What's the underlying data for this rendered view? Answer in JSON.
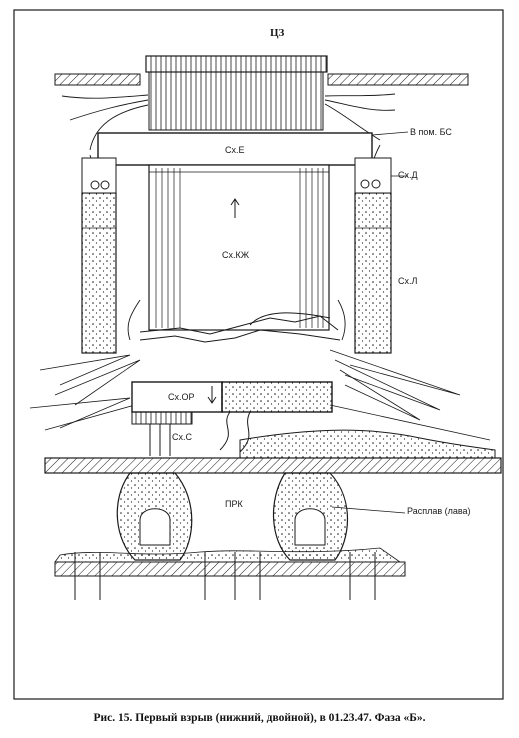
{
  "figure": {
    "top_label": "ЦЗ",
    "labels": {
      "sx_e": "Сх.Е",
      "v_pom_bs": "В пом. БС",
      "sx_d": "Сх.Д",
      "sx_kzh": "Сх.КЖ",
      "sx_l": "Сх.Л",
      "sx_or": "Сх.ОР",
      "sx_s": "Сх.С",
      "prk": "ПРК",
      "rasplav": "Расплав (лава)"
    },
    "caption": "Рис. 15. Первый взрыв (нижний, двойной), в 01.23.47. Фаза «Б»."
  },
  "colors": {
    "line": "#1a1a1a",
    "background": "#ffffff"
  },
  "icons": [
    "up-arrow-icon",
    "down-arrow-icon"
  ]
}
